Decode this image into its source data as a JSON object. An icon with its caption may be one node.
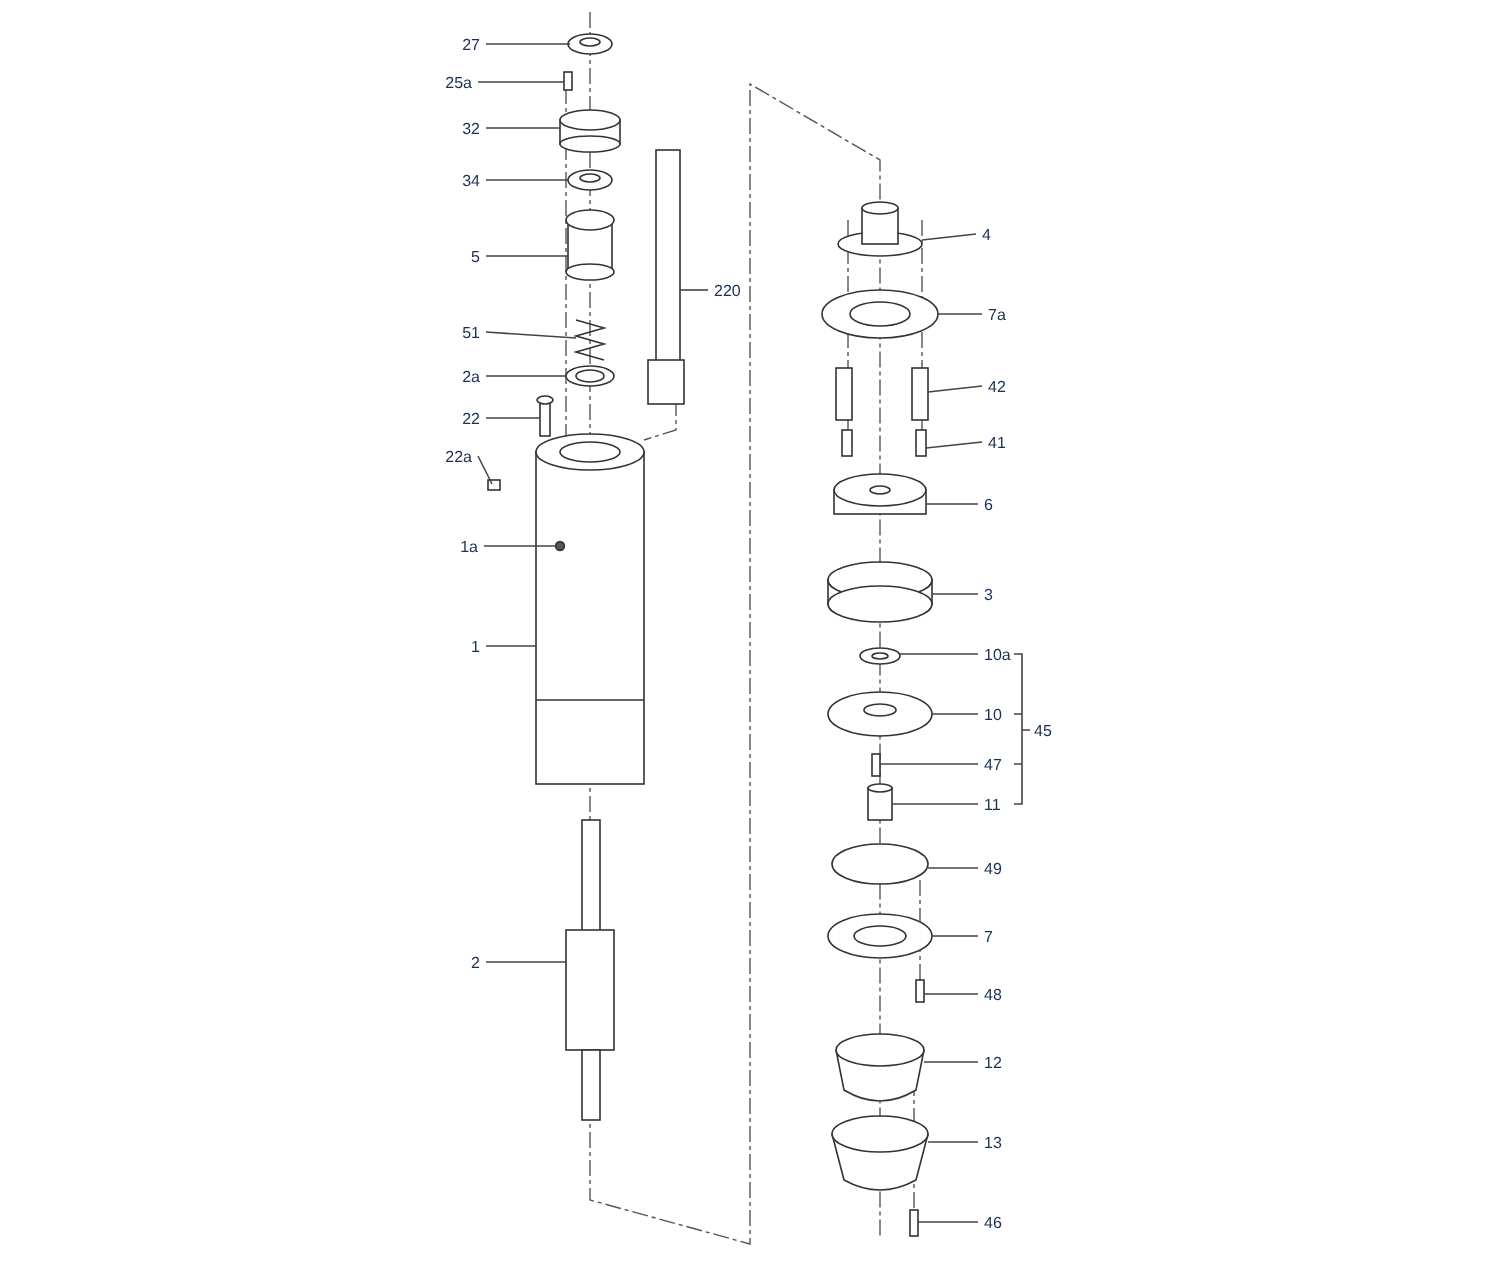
{
  "diagram": {
    "nodes": [
      {
        "text": [
          "27"
        ]
      },
      {
        "text": [
          "25a"
        ]
      },
      {
        "text": [
          "32"
        ]
      },
      {
        "text": [
          "34"
        ]
      },
      {
        "text": [
          "5"
        ]
      },
      {
        "text": [
          "51"
        ]
      },
      {
        "text": [
          "2a"
        ]
      },
      {
        "text": [
          "22"
        ]
      },
      {
        "text": [
          "22a"
        ]
      },
      {
        "text": [
          "1a"
        ]
      },
      {
        "text": [
          "1"
        ]
      },
      {
        "text": [
          "2"
        ]
      },
      {
        "text": [
          "220"
        ]
      },
      {
        "text": [
          "4"
        ]
      },
      {
        "text": [
          "7a"
        ]
      },
      {
        "text": [
          "42"
        ]
      },
      {
        "text": [
          "41"
        ]
      },
      {
        "text": [
          "6"
        ]
      },
      {
        "text": [
          "3"
        ]
      },
      {
        "text": [
          "10a"
        ]
      },
      {
        "text": [
          "10"
        ]
      },
      {
        "text": [
          "47"
        ]
      },
      {
        "text": [
          "11"
        ]
      },
      {
        "text": [
          "49"
        ]
      },
      {
        "text": [
          "7"
        ]
      },
      {
        "text": [
          "48"
        ]
      },
      {
        "text": [
          "12"
        ]
      },
      {
        "text": [
          "13"
        ]
      },
      {
        "text": [
          "46"
        ]
      }
    ],
    "edges": [
      {
        "from": 0,
        "to": null,
        "arrow": "none"
      },
      {
        "from": 1,
        "to": null,
        "arrow": "none"
      },
      {
        "from": 2,
        "to": null,
        "arrow": "none"
      },
      {
        "from": 3,
        "to": null,
        "arrow": "none"
      },
      {
        "from": 4,
        "to": null,
        "arrow": "none"
      },
      {
        "from": 5,
        "to": null,
        "arrow": "none"
      },
      {
        "from": 6,
        "to": null,
        "arrow": "none"
      },
      {
        "from": 7,
        "to": null,
        "arrow": "none"
      },
      {
        "from": 8,
        "to": null,
        "arrow": "none"
      },
      {
        "from": 9,
        "to": null,
        "arrow": "none"
      },
      {
        "from": 10,
        "to": null,
        "arrow": "none"
      },
      {
        "from": 11,
        "to": null,
        "arrow": "none"
      },
      {
        "from": 12,
        "to": null,
        "arrow": "none"
      },
      {
        "from": 13,
        "to": null,
        "arrow": "none"
      },
      {
        "from": 14,
        "to": null,
        "arrow": "none"
      },
      {
        "from": 15,
        "to": null,
        "arrow": "none"
      },
      {
        "from": 16,
        "to": null,
        "arrow": "none"
      },
      {
        "from": 17,
        "to": null,
        "arrow": "none"
      },
      {
        "from": 18,
        "to": null,
        "arrow": "none"
      },
      {
        "from": 19,
        "to": null,
        "arrow": "none"
      },
      {
        "from": 20,
        "to": null,
        "arrow": "none"
      },
      {
        "from": 21,
        "to": null,
        "arrow": "none"
      },
      {
        "from": 22,
        "to": null,
        "arrow": "none"
      },
      {
        "from": 23,
        "to": null,
        "arrow": "none"
      },
      {
        "from": 24,
        "to": null,
        "arrow": "none"
      },
      {
        "from": 25,
        "to": null,
        "arrow": "none"
      },
      {
        "from": 26,
        "to": null,
        "arrow": "none"
      },
      {
        "from": 27,
        "to": null,
        "arrow": "none"
      },
      {
        "from": 28,
        "to": null,
        "arrow": "none"
      }
    ],
    "labels": [
      "45"
    ]
  }
}
